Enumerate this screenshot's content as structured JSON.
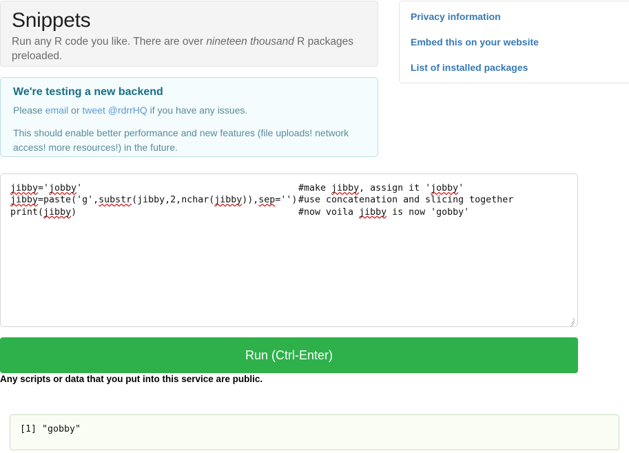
{
  "header": {
    "title": "Snippets",
    "description_before": "Run any R code you like. There are over ",
    "description_em": "nineteen thousand",
    "description_after": " R packages preloaded."
  },
  "sidebar": {
    "links": [
      {
        "label": "Privacy information"
      },
      {
        "label": "Embed this on your website"
      },
      {
        "label": "List of installed packages"
      }
    ]
  },
  "alert": {
    "heading": "We're testing a new backend",
    "line1_a": "Please ",
    "line1_link1": "email",
    "line1_b": " or ",
    "line1_link2": "tweet @rdrrHQ",
    "line1_c": " if you have any issues.",
    "line2": "This should enable better performance and new features (file uploads! network access! more resources!) in the future."
  },
  "editor": {
    "code_lines_left": [
      "jibby='jobby'",
      "jibby=paste('g',substr(jibby,2,nchar(jibby)),sep='')",
      "print(jibby)"
    ],
    "code_lines_right": [
      "#make jibby, assign it 'jobby'",
      "#use concatenation and slicing together",
      "#now voila jibby is now 'gobby'"
    ],
    "full_value": "jibby='jobby'                                          #make jibby, assign it 'jobby'\njibby=paste('g',substr(jibby,2,nchar(jibby)),sep='')   #use concatenation and slicing together\nprint(jibby)                                           #now voila jibby is now 'gobby'"
  },
  "run": {
    "label": "Run (Ctrl-Enter)",
    "color": "#2eb14a"
  },
  "notice": {
    "text": "Any scripts or data that you put into this service are public."
  },
  "output": {
    "text": "[1] \"gobby\""
  },
  "colors": {
    "link_blue": "#3778b5",
    "alert_heading": "#1b6d85",
    "alert_text": "#5b8a9b",
    "alert_link": "#5d9ad4",
    "alert_bg": "#f4fcfd",
    "alert_border": "#bbe0e6",
    "jumbotron_bg": "#f4f4f4",
    "run_green": "#2eb14a",
    "output_bg": "#fafdf4",
    "output_border": "#cadfc0",
    "spellcheck_red": "#e01b1b"
  }
}
